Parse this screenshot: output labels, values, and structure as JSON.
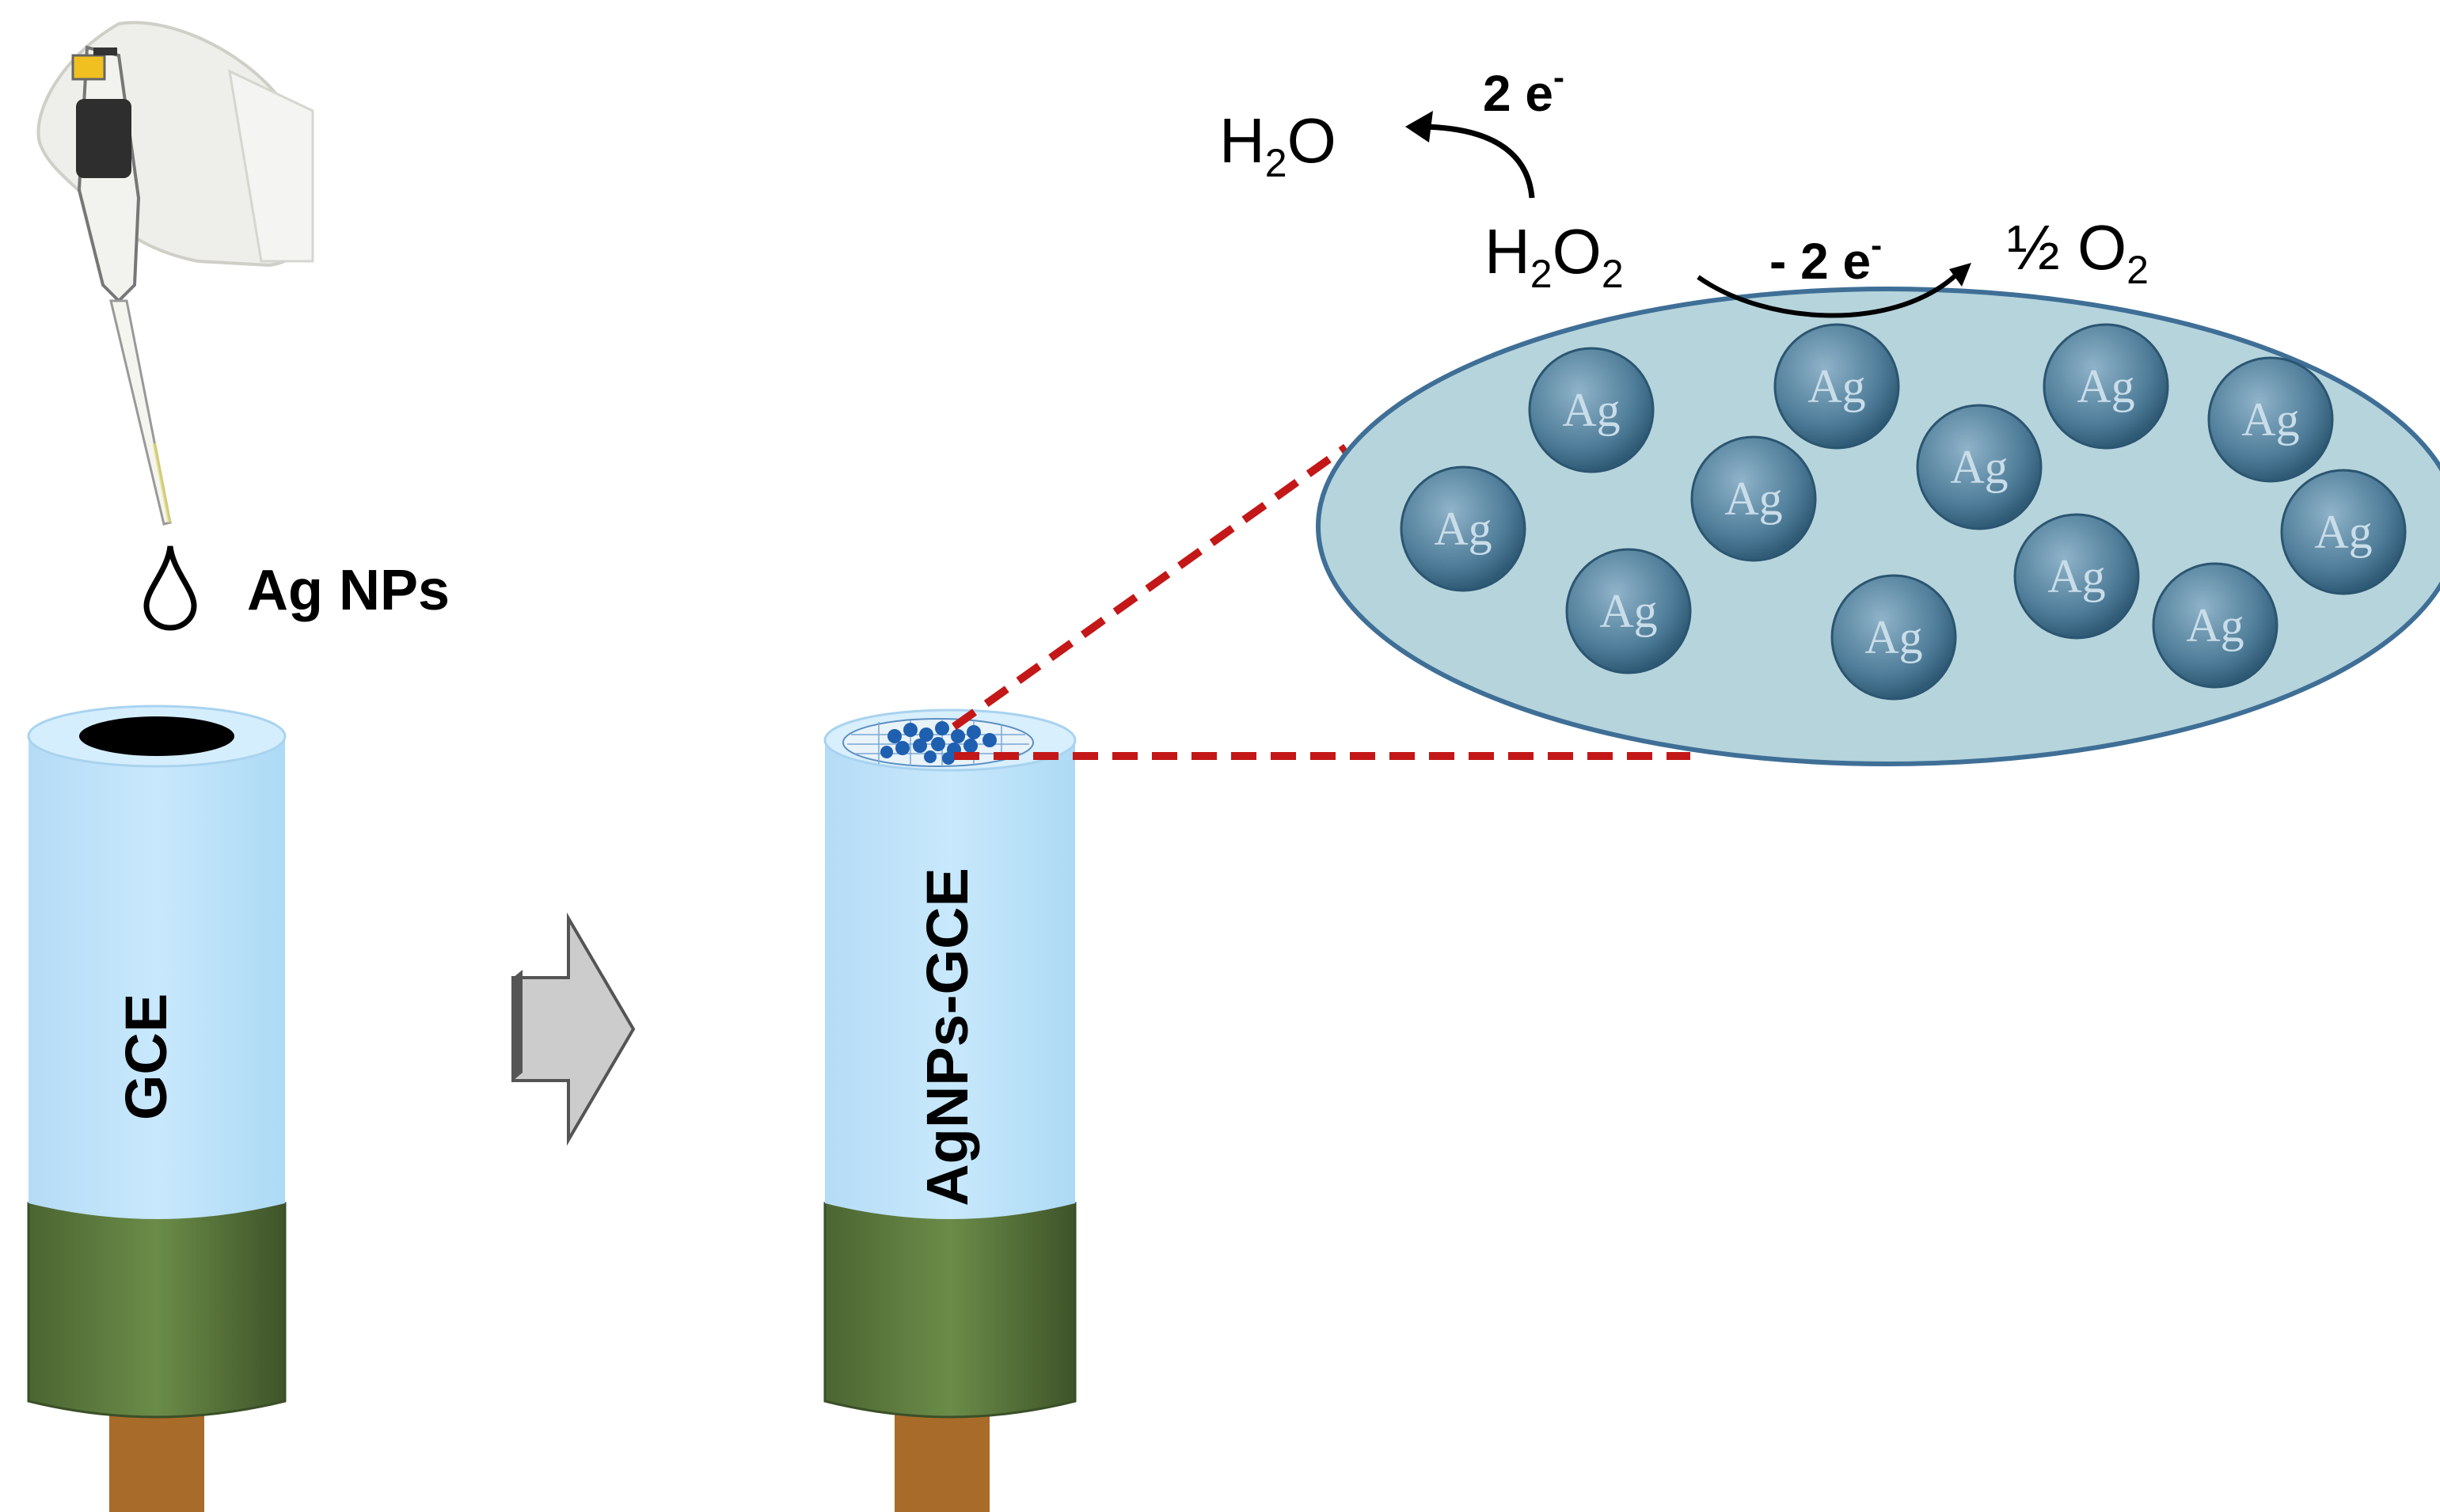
{
  "drop_label": "Ag NPs",
  "electrode_left_label": "GCE",
  "electrode_right_label": "AgNPs-GCE",
  "particle_label": "Ag",
  "reaction": {
    "reduction_electrons": "2 e",
    "reduction_electrons_sup": "-",
    "product_water": "H",
    "product_water_sub": "2",
    "product_water_tail": "O",
    "reactant": "H",
    "reactant_sub1": "2",
    "reactant_mid": "O",
    "reactant_sub2": "2",
    "oxidation_electrons": "- 2 e",
    "oxidation_electrons_sup": "-",
    "product_oxygen": "½ O",
    "product_oxygen_sub": "2"
  },
  "colors": {
    "electrode_body": "#bfe3fb",
    "electrode_collar": "#56733a",
    "wire": "#a86b2a",
    "zoom_ellipse": "#b6d4dc",
    "ellipse_stroke": "#3f6f96",
    "particle": "#4d7a96",
    "dashed_line": "#c41717",
    "arrow_fill": "#cccccc"
  }
}
